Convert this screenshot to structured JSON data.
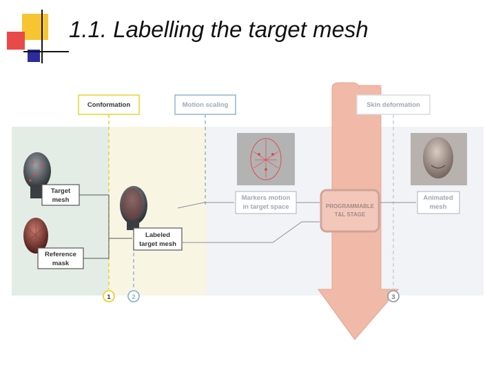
{
  "slide": {
    "title": "1.1. Labelling the target mesh"
  },
  "diagram": {
    "stage_labels": {
      "conformation": "Conformation",
      "motion_scaling": "Motion scaling",
      "skin_deformation": "Skin deformation"
    },
    "boxes": {
      "target_mesh": [
        "Target",
        "mesh"
      ],
      "reference_mask": [
        "Reference",
        "mask"
      ],
      "labeled_target_mesh": [
        "Labeled",
        "target mesh"
      ],
      "markers_motion": [
        "Markers motion",
        "in target space"
      ],
      "programmable_stage": [
        "PROGRAMMABLE",
        "T&L STAGE"
      ],
      "animated_mesh": [
        "Animated",
        "mesh"
      ]
    },
    "step_numbers": [
      "1",
      "2",
      "3"
    ]
  },
  "colors": {
    "conformation_band": "#e3ede6",
    "motion_band": "#f8f5e3",
    "skin_band": "#f1f3f6",
    "arrow_fill": "#f0b9a8",
    "conformation_accent": "#e6d42a",
    "motion_accent": "#8fb5cd",
    "bullet_yellow": "#f7c531",
    "bullet_red": "#e84a4a",
    "bullet_blue": "#2c2ca0"
  }
}
